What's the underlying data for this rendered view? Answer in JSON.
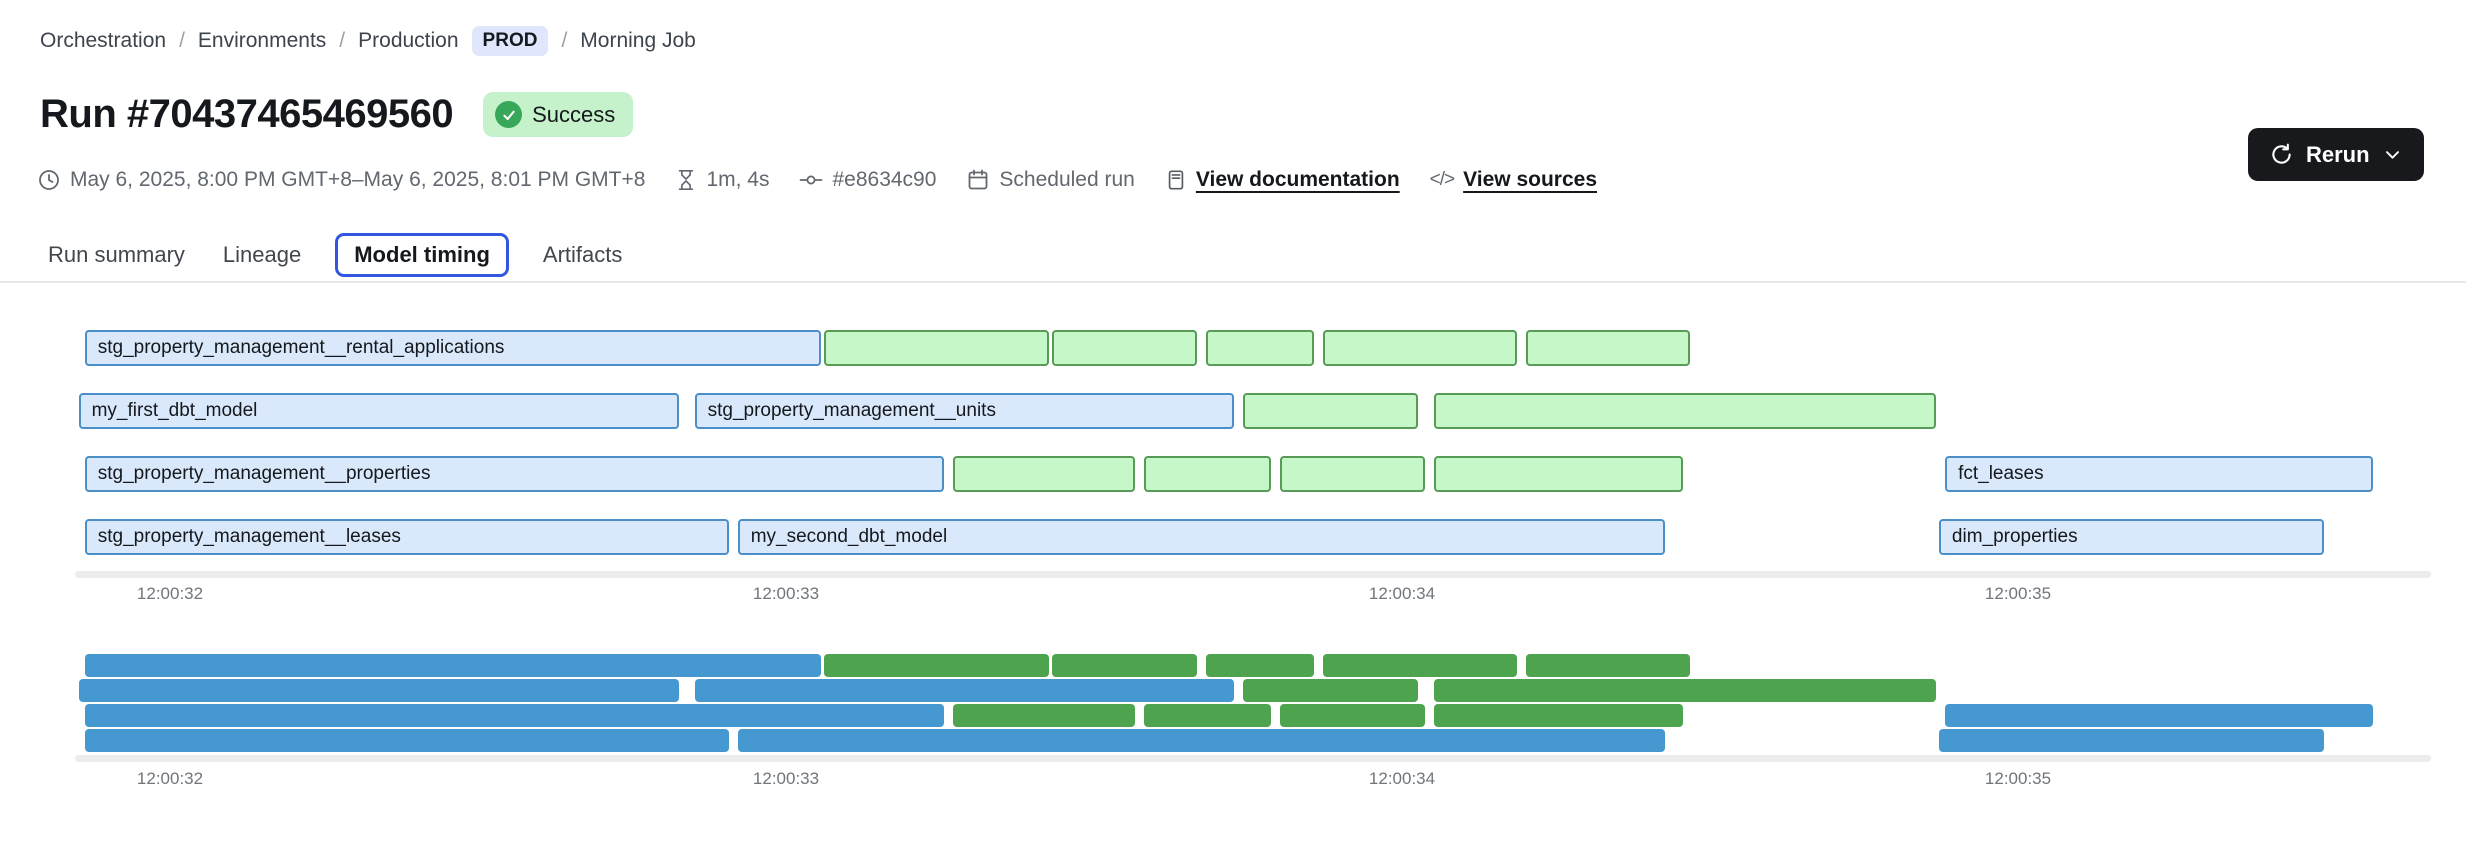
{
  "breadcrumb": {
    "separator": "/",
    "items": [
      "Orchestration",
      "Environments",
      "Production",
      "Morning Job"
    ],
    "env_badge": "PROD"
  },
  "header": {
    "title": "Run #70437465469560",
    "status": "Success"
  },
  "meta": {
    "time_range": "May 6, 2025, 8:00 PM GMT+8–May 6, 2025, 8:01 PM GMT+8",
    "duration": "1m, 4s",
    "commit": "#e8634c90",
    "trigger": "Scheduled run",
    "docs_link": "View documentation",
    "sources_link": "View sources",
    "code_icon_glyph": "</>"
  },
  "rerun": {
    "label": "Rerun"
  },
  "tabs": [
    {
      "label": "Run summary",
      "active": false
    },
    {
      "label": "Lineage",
      "active": false
    },
    {
      "label": "Model timing",
      "active": true
    },
    {
      "label": "Artifacts",
      "active": false
    }
  ],
  "theme": {
    "accent": "#3157e0",
    "success_bg": "#c5f2ca",
    "success_icon": "#38a75a",
    "prod_badge_bg": "#e0e7fd",
    "button_bg": "#17191d"
  },
  "chart_data": {
    "type": "gantt",
    "title": "Model timing",
    "time_base": "12:00:00",
    "x_axis": {
      "tick_labels": [
        "12:00:32",
        "12:00:33",
        "12:00:34",
        "12:00:35"
      ],
      "tick_seconds": [
        32,
        33,
        34,
        35
      ]
    },
    "colors": {
      "blue_fill": "#d9e9fb",
      "blue_border": "#4a8fc8",
      "green_fill": "#c6f7c9",
      "green_border": "#579b57",
      "mini_blue": "#4598d0",
      "mini_green": "#4ea44e"
    },
    "rows": [
      [
        {
          "label": "stg_property_management__rental_applications",
          "kind": "blue",
          "start": 31.86,
          "end": 33.06
        },
        {
          "kind": "green",
          "start": 33.06,
          "end": 33.43
        },
        {
          "kind": "green",
          "start": 33.43,
          "end": 33.67
        },
        {
          "kind": "green",
          "start": 33.68,
          "end": 33.86
        },
        {
          "kind": "green",
          "start": 33.87,
          "end": 34.19
        },
        {
          "kind": "green",
          "start": 34.2,
          "end": 34.47
        }
      ],
      [
        {
          "label": "my_first_dbt_model",
          "kind": "blue",
          "start": 31.85,
          "end": 32.83
        },
        {
          "label": "stg_property_management__units",
          "kind": "blue",
          "start": 32.85,
          "end": 33.73
        },
        {
          "kind": "green",
          "start": 33.74,
          "end": 34.03
        },
        {
          "kind": "green",
          "start": 34.05,
          "end": 34.87
        }
      ],
      [
        {
          "label": "stg_property_management__properties",
          "kind": "blue",
          "start": 31.86,
          "end": 33.26
        },
        {
          "kind": "green",
          "start": 33.27,
          "end": 33.57
        },
        {
          "kind": "green",
          "start": 33.58,
          "end": 33.79
        },
        {
          "kind": "green",
          "start": 33.8,
          "end": 34.04
        },
        {
          "kind": "green",
          "start": 34.05,
          "end": 34.46
        },
        {
          "label": "fct_leases",
          "kind": "blue",
          "start": 34.88,
          "end": 35.58
        }
      ],
      [
        {
          "label": "stg_property_management__leases",
          "kind": "blue",
          "start": 31.86,
          "end": 32.91
        },
        {
          "label": "my_second_dbt_model",
          "kind": "blue",
          "start": 32.92,
          "end": 34.43
        },
        {
          "label": "dim_properties",
          "kind": "blue",
          "start": 34.87,
          "end": 35.5
        }
      ]
    ]
  }
}
